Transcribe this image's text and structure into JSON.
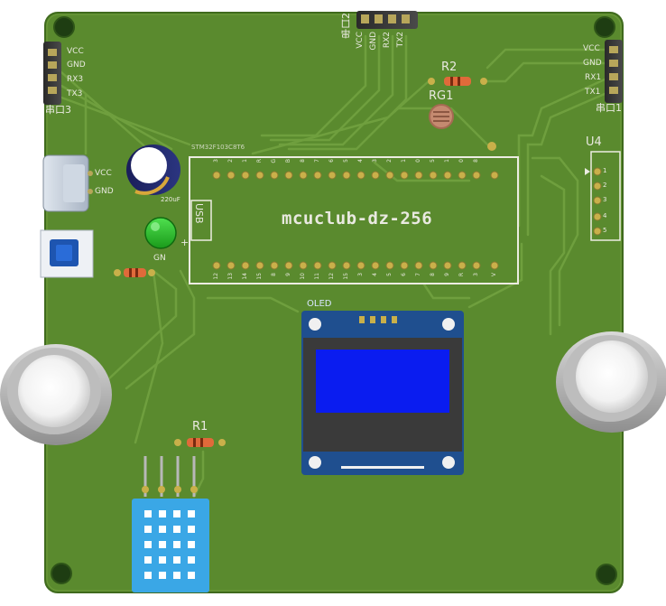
{
  "board": {
    "title": "mcuclub-dz-256",
    "colors": {
      "board": "#5a8a2e",
      "board_edge": "#4b7a24",
      "trace": "#6e9e3c",
      "silkscreen": "#e9e9e0",
      "pad": "#c9b04a",
      "oled_pcb": "#1f4f8f",
      "oled_screen": "#0a1cf0",
      "sensor": "#3aa7e6"
    }
  },
  "headers": {
    "serial3": {
      "name": "串口3",
      "pins": [
        "VCC",
        "GND",
        "RX3",
        "TX3"
      ]
    },
    "serial2": {
      "name": "串口2",
      "pins": [
        "VCC",
        "GND",
        "RX2",
        "TX2"
      ]
    },
    "serial1": {
      "name": "串口1",
      "pins": [
        "VCC",
        "GND",
        "RX1",
        "TX1"
      ]
    }
  },
  "usb_c": {
    "pins": [
      "VCC",
      "GND"
    ]
  },
  "components": {
    "r1": "R1",
    "r2": "R2",
    "rg1": "RG1",
    "u4": "U4",
    "led_label": "GN",
    "cap_label": "220uF",
    "plus_sign": "+"
  },
  "mcu_module": {
    "usb_label": "USB",
    "title": "mcuclub-dz-256",
    "top_caption": "STM32F103C8T6",
    "top_pins": [
      "3",
      "2",
      "1",
      "R",
      "G",
      "B",
      "8",
      "7",
      "6",
      "5",
      "4",
      "3",
      "2",
      "1",
      "0",
      "5",
      "1",
      "0",
      "8"
    ],
    "bottom_pins": [
      "12",
      "13",
      "14",
      "15",
      "8",
      "9",
      "10",
      "11",
      "12",
      "15",
      "3",
      "4",
      "5",
      "6",
      "7",
      "8",
      "9",
      "R",
      "3",
      "V"
    ]
  },
  "u4_pins": [
    "1",
    "2",
    "3",
    "4",
    "5"
  ],
  "oled": {
    "label": "OLED"
  }
}
